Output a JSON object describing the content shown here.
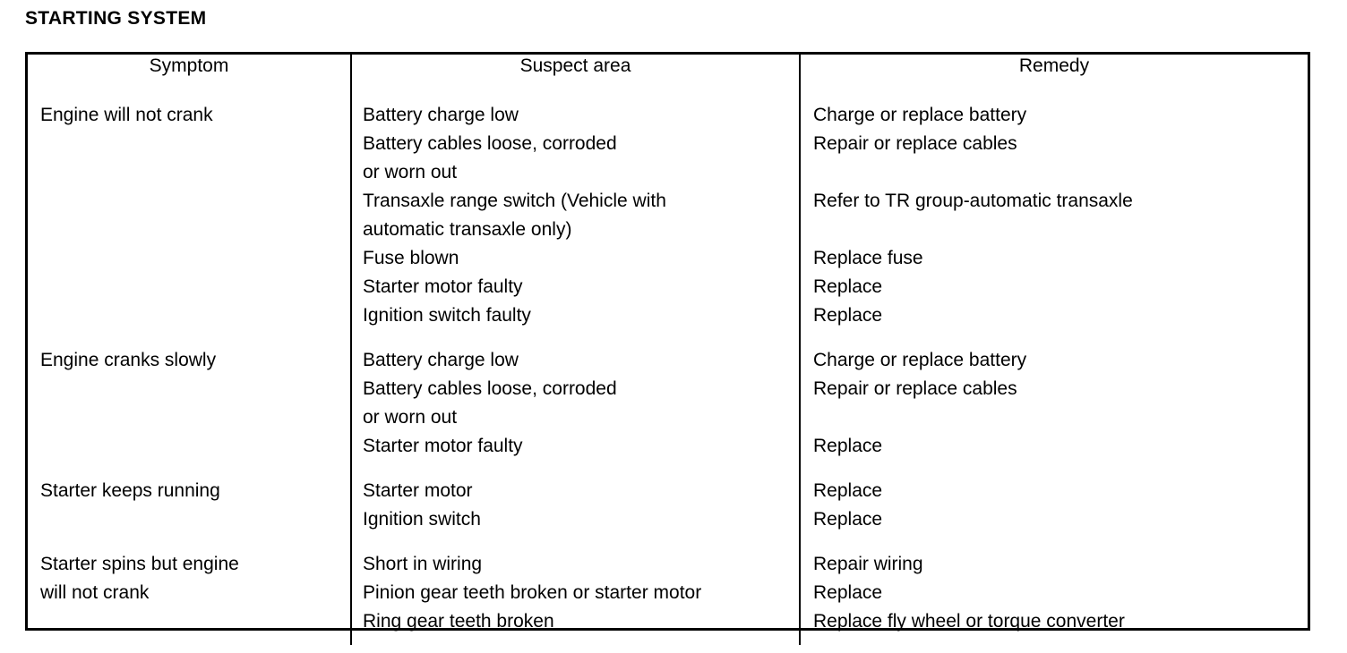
{
  "document": {
    "title": "STARTING SYSTEM"
  },
  "table": {
    "headers": {
      "symptom": "Symptom",
      "suspect_area": "Suspect area",
      "remedy": "Remedy"
    },
    "rows": [
      {
        "symptom": "Engine will not crank",
        "suspect_area": "Battery charge low\nBattery cables loose, corroded\nor worn out\nTransaxle range switch (Vehicle with\nautomatic transaxle only)\nFuse blown\nStarter motor faulty\nIgnition switch faulty",
        "remedy": "Charge or replace battery\nRepair or replace cables\n\nRefer to TR group-automatic transaxle\n\nReplace fuse\nReplace\nReplace"
      },
      {
        "symptom": "Engine cranks slowly",
        "suspect_area": "Battery charge low\nBattery cables loose, corroded\nor worn out\nStarter motor faulty",
        "remedy": "Charge or replace battery\nRepair or replace cables\n\nReplace"
      },
      {
        "symptom": "Starter keeps running",
        "suspect_area": "Starter motor\nIgnition switch",
        "remedy": "Replace\nReplace"
      },
      {
        "symptom": "Starter spins but engine\nwill not crank",
        "suspect_area": "Short in wiring\nPinion gear teeth broken or starter motor\nRing gear teeth broken",
        "remedy": "Repair wiring\nReplace\nReplace fly wheel or torque converter"
      }
    ]
  },
  "colors": {
    "ink": "#000000",
    "paper": "#ffffff"
  }
}
